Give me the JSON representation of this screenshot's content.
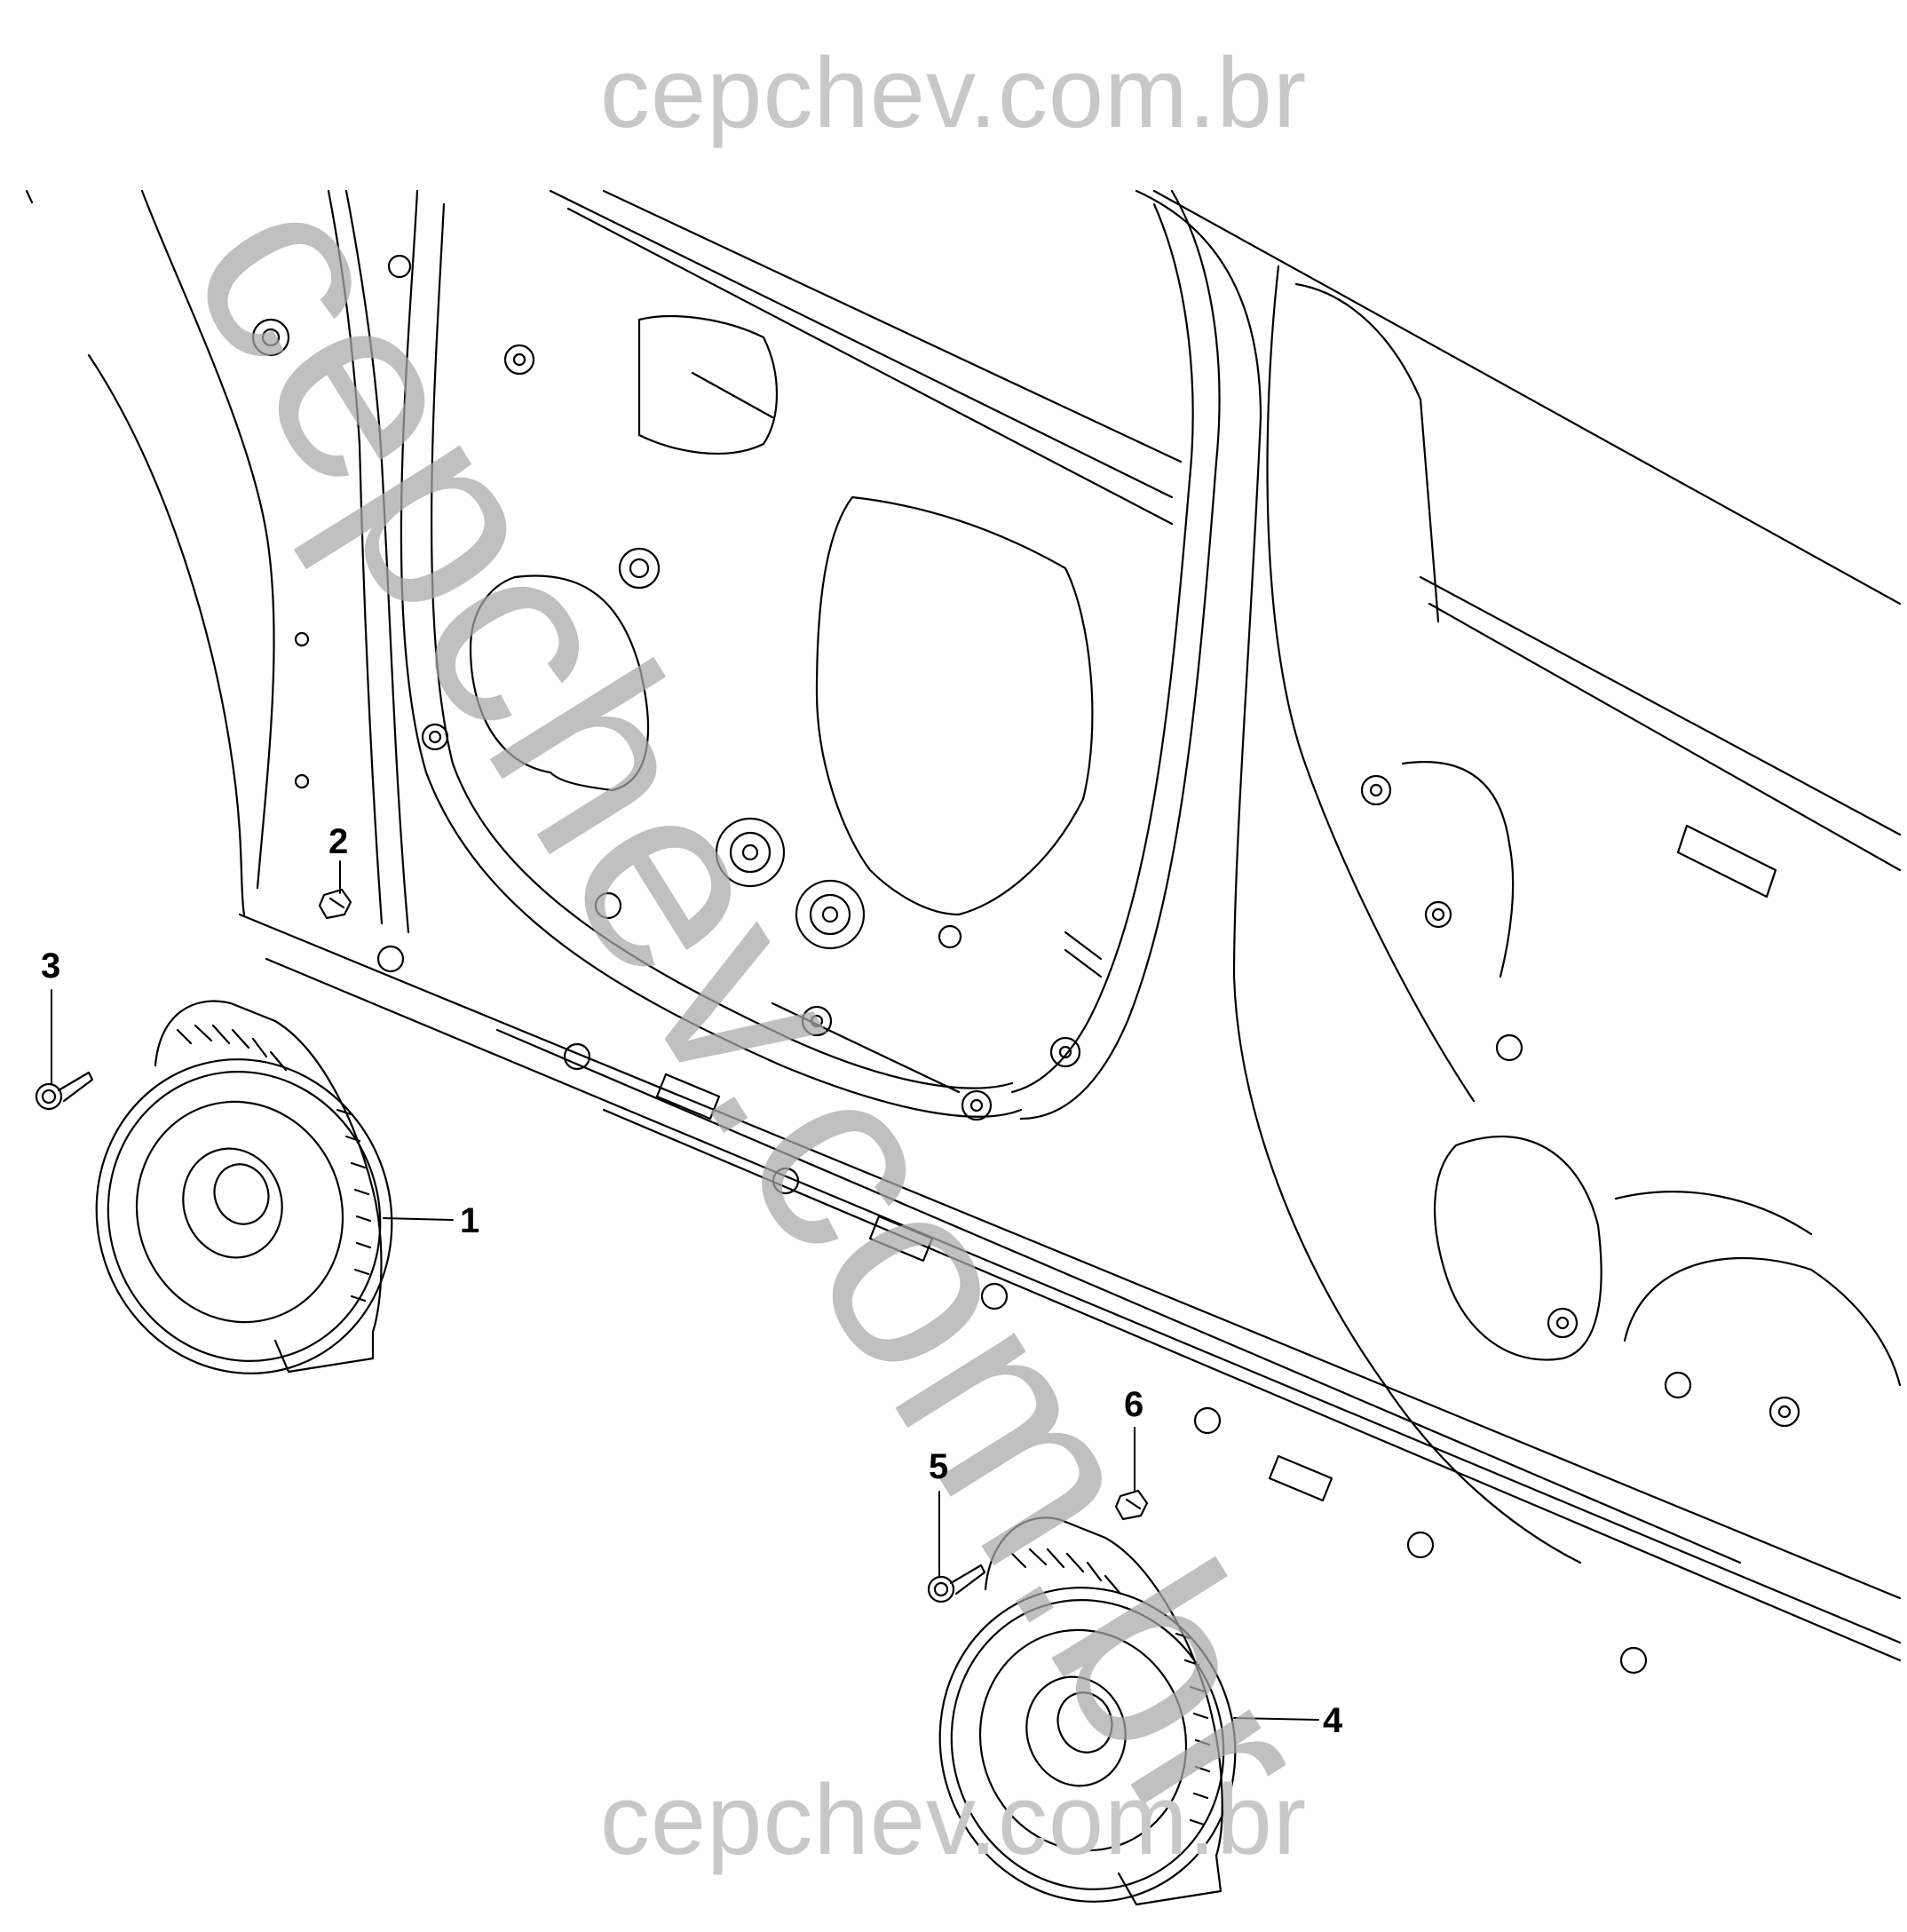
{
  "watermark": {
    "top": "cepchev.com.br",
    "bottom": "cepchev.com.br",
    "diagonal": "cepchev.com.br"
  },
  "callouts": {
    "c1": "1",
    "c2": "2",
    "c3": "3",
    "c4": "4",
    "c5": "5",
    "c6": "6"
  },
  "colors": {
    "line": "#000000",
    "watermark": "#c8c8c8",
    "background": "#ffffff"
  }
}
